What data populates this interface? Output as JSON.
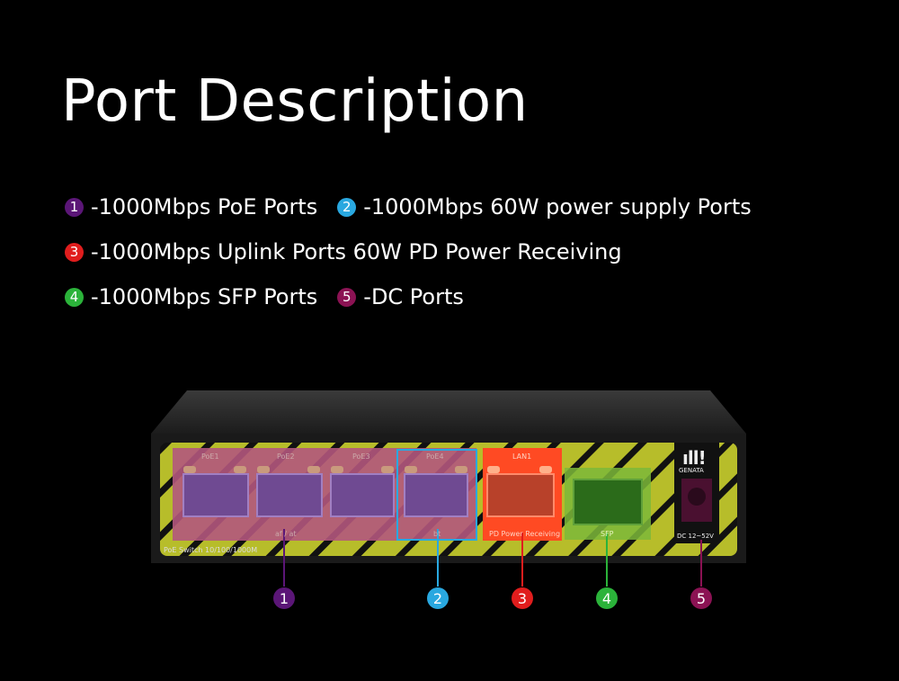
{
  "title": "Port Description",
  "colors": {
    "p1": "#5b1677",
    "p2": "#29a8e0",
    "p3": "#e01d1d",
    "p4": "#2bb33a",
    "p5": "#8b1253"
  },
  "legend": [
    {
      "num": "1",
      "text": "-1000Mbps PoE Ports"
    },
    {
      "num": "2",
      "text": "-1000Mbps 60W power supply Ports"
    },
    {
      "num": "3",
      "text": "-1000Mbps Uplink Ports 60W PD Power Receiving"
    },
    {
      "num": "4",
      "text": "-1000Mbps SFP Ports"
    },
    {
      "num": "5",
      "text": "-DC Ports"
    }
  ],
  "device": {
    "port_labels": [
      "PoE1",
      "PoE2",
      "PoE3",
      "PoE4",
      "LAN1"
    ],
    "af_at": "af / at",
    "bt": "bt",
    "pd_label": "PD Power Receiving",
    "sfp": "SFP",
    "model": "PoE Switch   10/100/1000M",
    "brand": "GENATA",
    "dc": "DC 12~52V"
  },
  "markers": [
    "1",
    "2",
    "3",
    "4",
    "5"
  ]
}
